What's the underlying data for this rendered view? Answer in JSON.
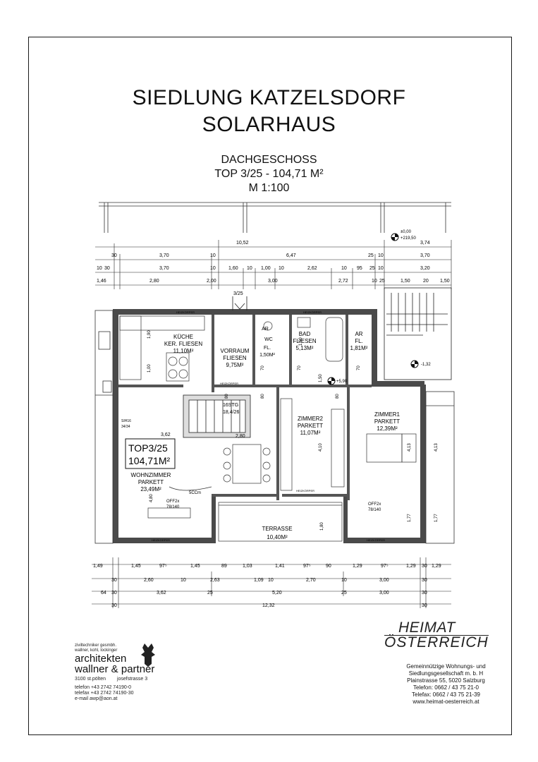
{
  "header": {
    "title_line1": "SIEDLUNG KATZELSDORF",
    "title_line2": "SOLARHAUS",
    "floor": "DACHGESCHOSS",
    "unit": "TOP 3/25 - 104,71 M²",
    "scale": "M 1:100"
  },
  "plan": {
    "top_unit_box": "TOP3/25",
    "top_area_box": "104,71M²",
    "entry_label": "3/25",
    "level_mark": "±0,00",
    "level_mark2": "+219,50",
    "level_right": "-1,32",
    "level_center": "+5,90",
    "stair_label": "16STG",
    "stair_dims": "18,4/26",
    "sh_label": "SIH16",
    "sh_dims": "34/34",
    "rooms": {
      "kitchen": [
        "KÜCHE",
        "KER. FLIESEN",
        "11,10M²"
      ],
      "vorraum": [
        "VORRAUM",
        "FLIESEN",
        "9,75M²"
      ],
      "wc": [
        "AR",
        "WC",
        "FL.",
        "1,50M²"
      ],
      "bad": [
        "BAD",
        "FLIESEN",
        "5,13M²"
      ],
      "ar": [
        "AR",
        "FL.",
        "1,81M²"
      ],
      "zimmer2": [
        "ZIMMER2",
        "PARKETT",
        "11,07M²"
      ],
      "zimmer1": [
        "ZIMMER1",
        "PARKETT",
        "12,39M²"
      ],
      "wohnzimmer": [
        "WOHNZIMMER",
        "PARKETT",
        "23,49M²"
      ],
      "terrasse": [
        "TERRASSE",
        "10,40M²"
      ]
    },
    "window_labels": [
      "OFF2x",
      "78/140"
    ],
    "heizkoerper": "HEIZKÖRPER",
    "top_dims_row1": [
      "10,52",
      "3,74"
    ],
    "top_dims_row2": [
      "30",
      "3,70",
      "10",
      "6,47",
      "25",
      "10",
      "3,70"
    ],
    "top_dims_row3": [
      "10",
      "30",
      "3,70",
      "10",
      "1,60",
      "10",
      "1,00",
      "10",
      "2,62",
      "10",
      "95",
      "25",
      "10",
      "3,20"
    ],
    "top_dims_row4": [
      "1,46",
      "2,80",
      "2,00",
      "3,00",
      "2,72",
      "10",
      "25",
      "1,50",
      "20",
      "1,50"
    ],
    "bottom_dims_row1": [
      "1,49",
      "1,45",
      "97⁵",
      "1,45",
      "89",
      "1,03",
      "1,41",
      "97⁵",
      "90",
      "1,29",
      "97⁵",
      "1,29",
      "30",
      "1,29"
    ],
    "bottom_dims_row2": [
      "30",
      "2,60",
      "10",
      "2,63",
      "1,09",
      "10",
      "2,70",
      "10",
      "3,00",
      "30"
    ],
    "bottom_dims_row3": [
      "64",
      "30",
      "3,62",
      "25",
      "5,20",
      "25",
      "3,00",
      "30"
    ],
    "bottom_dims_row4": [
      "30",
      "12,32",
      "30"
    ],
    "inner_dims": [
      "1,90",
      "1,00",
      "3,62",
      "2,80",
      "4,10",
      "4,13",
      "4,13",
      "1,77",
      "1,77",
      "4,80",
      "1,80",
      "1,50",
      "1,50",
      "80",
      "80",
      "70",
      "80",
      "70",
      "70",
      "5CCm"
    ]
  },
  "architect": {
    "small1": "ziviltechniker gesmbh.",
    "small2": "wallner, kohl, lockinger",
    "name1": "architekten",
    "name2": "wallner & partner",
    "city": "3100 st.pölten",
    "street": "josefstrasse 3",
    "tel": "telefon +43 2742 74190-0",
    "fax": "telefax +43 2742 74190-30",
    "mail": "e-mail awp@aon.at"
  },
  "heimat": {
    "logo1": "HEIMAT",
    "logo2": "ÖSTERREICH",
    "line1": "Gemeinnützige Wohnungs- und",
    "line2": "Siedlungsgesellschaft m. b. H",
    "line3": "Plainstrasse 55, 5020 Salzburg",
    "line4": "Telefon: 0662 / 43 75 21-0",
    "line5": "Telefax: 0662 / 43 75 21-39",
    "line6": "www.heimat-oesterreich.at"
  }
}
